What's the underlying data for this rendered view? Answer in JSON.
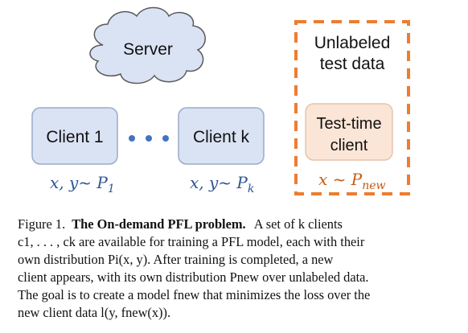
{
  "diagram": {
    "server_label": "Server",
    "client1_label": "Client 1",
    "clientk_label": "Client k",
    "testtime_label_line1": "Test-time",
    "testtime_label_line2": "client",
    "unlabeled_line1": "Unlabeled",
    "unlabeled_line2": "test data",
    "dist1": {
      "text": "x, y~ P",
      "sub": "1"
    },
    "distk": {
      "text": "x, y~ P",
      "sub": "k"
    },
    "distnew": {
      "text": "x ~ P",
      "sub": "new"
    },
    "colors": {
      "client_fill": "#dae3f3",
      "client_stroke": "#9aabc9",
      "cloud_fill": "#dae3f3",
      "cloud_stroke": "#5a5a5a",
      "testtime_fill": "#fbe5d6",
      "testtime_stroke": "#e6c4ad",
      "dashed_border": "#ed7d31",
      "dots": "#4472c4",
      "blue_text": "#2f5597",
      "orange_text": "#c55a11"
    }
  },
  "caption": {
    "figure_label": "Figure 1.",
    "title": "The On-demand PFL problem.",
    "line1_rest": "A set of k clients",
    "line2": "c1, . . . , ck are available for training a PFL model, each with their",
    "line3": "own distribution Pi(x, y). After training is completed, a new",
    "line4": "client appears, with its own distribution Pnew over unlabeled data.",
    "line5": "The goal is to create a model fnew that minimizes the loss over the",
    "line6": "new client data l(y, fnew(x))."
  }
}
